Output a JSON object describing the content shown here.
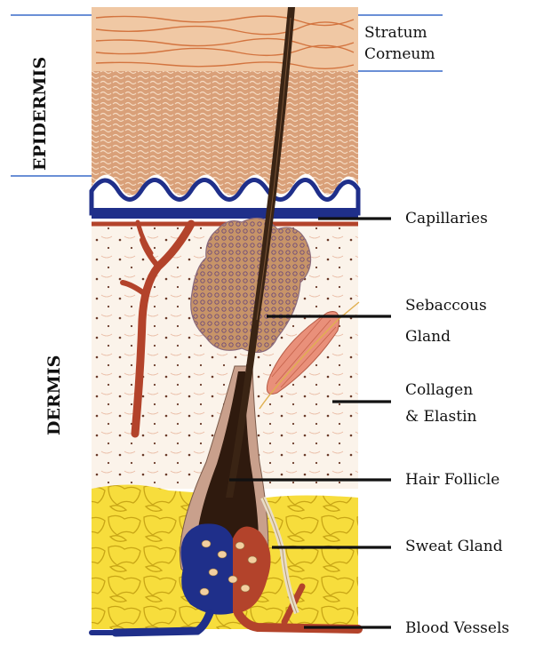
{
  "regions": {
    "epidermis": "EPIDERMIS",
    "dermis": "DERMIS"
  },
  "labels": {
    "stratum_corneum_1": "Stratum",
    "stratum_corneum_2": "Corneum",
    "capillaries": "Capillaries",
    "sebaceous_1": "Sebaccous",
    "sebaceous_2": "Gland",
    "collagen_1": "Collagen",
    "collagen_2": "& Elastin",
    "hair_follicle": "Hair Follicle",
    "sweat_gland": "Sweat Gland",
    "blood_vessels": "Blood Vessels"
  },
  "colors": {
    "stratum": "#f0c8a4",
    "epidermis": "#d9a079",
    "dermis": "#fbf3ea",
    "fat": "#f7dd3c",
    "blood_red": "#b3432b",
    "blood_blue": "#1f2f8a",
    "hair": "#3a2414",
    "divider": "#6a8fd6",
    "leader": "#111111"
  }
}
